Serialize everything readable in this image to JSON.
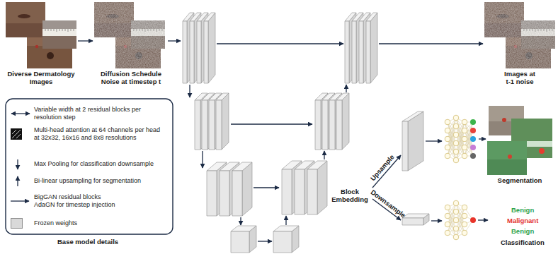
{
  "diagram": {
    "nodes": [
      {
        "text": [
          "Diverse Dermatology Images"
        ]
      },
      {
        "text": [
          "Diffusion Schedule Noise at timestep t"
        ]
      },
      {
        "text": [
          "Images at t-1 noise"
        ]
      },
      {
        "text": [
          "Segmentation"
        ]
      }
    ],
    "edges": [
      {
        "from": 0,
        "to": 1,
        "arrow": "to"
      }
    ],
    "labels": [
      "Block Embedding",
      "Upsample",
      "Downsample",
      "Benign",
      "Malignant",
      "Benign",
      "Classification",
      "Base model details"
    ],
    "legend": [
      {
        "text": "Variable width at 2 residual blocks per resolution step"
      },
      {
        "text": "Multi-head attention at 64 channels per head at 32x32, 16x16 and 8x8 resolutions"
      },
      {
        "text": "Max Pooling for classification downsample"
      },
      {
        "text": "Bi-linear upsampling for segmentation"
      },
      {
        "text": "BigGAN residual blocks AdaGN for timestep injection"
      },
      {
        "text": "Frozen weights",
        "color": "#d9d9d9"
      }
    ]
  }
}
